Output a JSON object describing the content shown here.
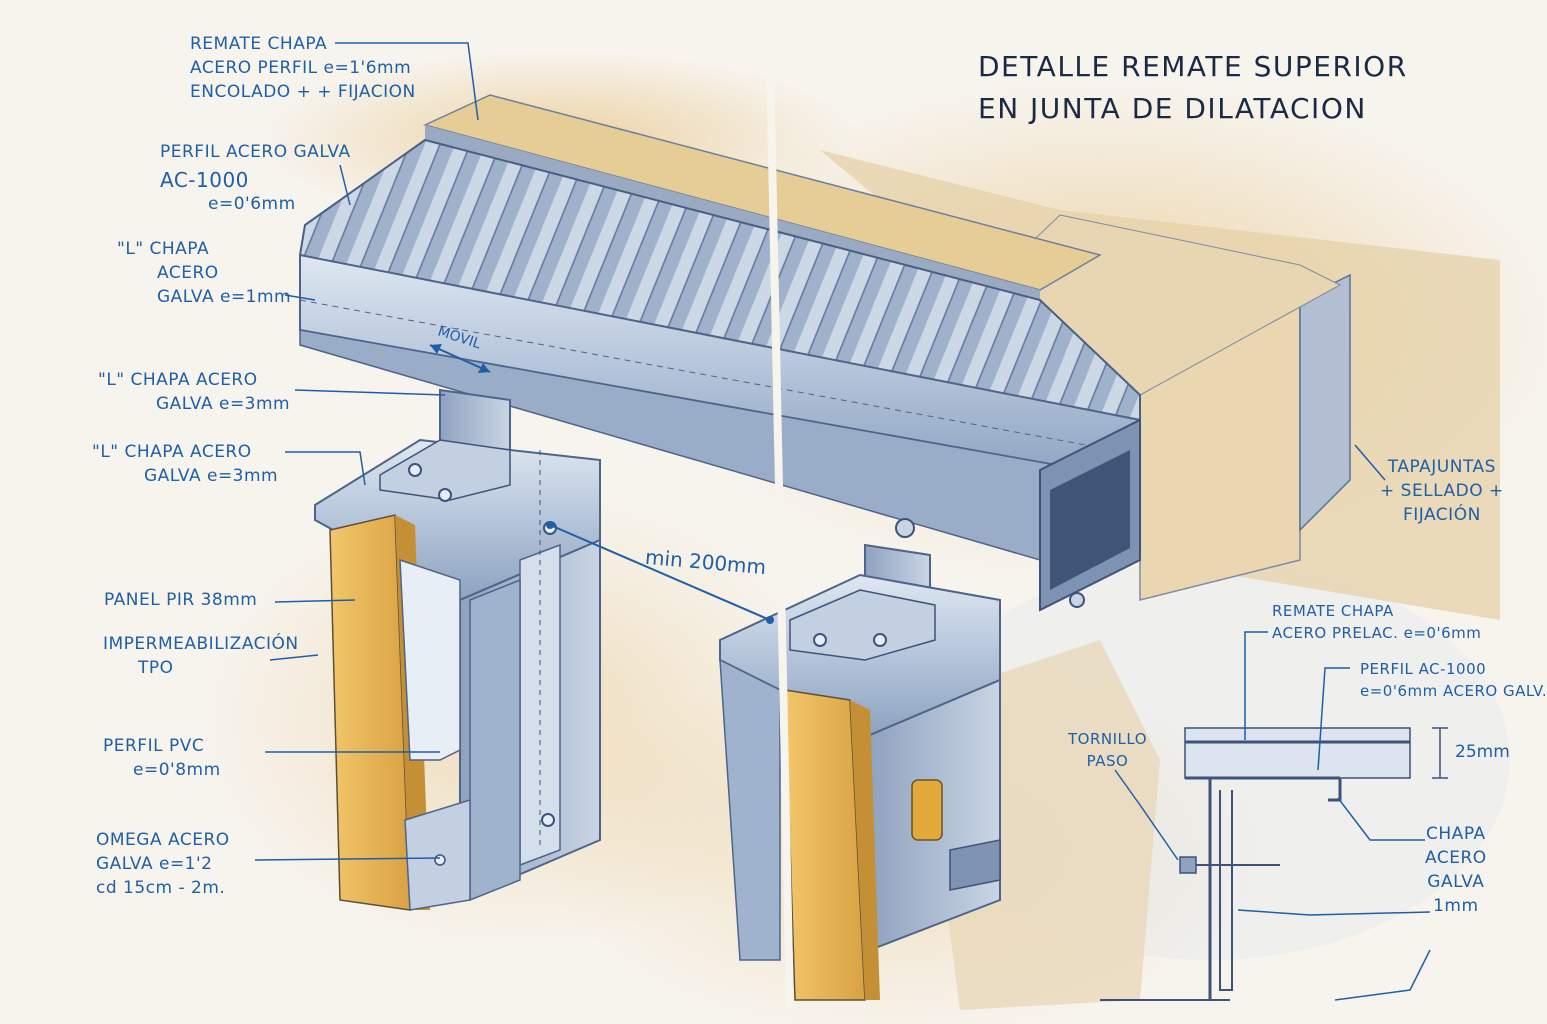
{
  "title": {
    "line1": "DETALLE REMATE SUPERIOR",
    "line2": "EN JUNTA DE DILATACION"
  },
  "labels": {
    "remate_chapa": [
      "REMATE CHAPA",
      "ACERO PERFIL e=1'6mm",
      "ENCOLADO + + FIJACION"
    ],
    "perfil_acero": [
      "PERFIL ACERO GALVA",
      "AC-1000",
      "e=0'6mm"
    ],
    "l_chapa_1mm": [
      "\"L\" CHAPA",
      "ACERO",
      "GALVA e=1mm"
    ],
    "l_chapa_3mm_a": [
      "\"L\" CHAPA ACERO",
      "GALVA e=3mm"
    ],
    "l_chapa_3mm_b": [
      "\"L\" CHAPA ACERO",
      "GALVA e=3mm"
    ],
    "panel_pir": [
      "PANEL PIR 38mm"
    ],
    "impermeabilizacion": [
      "IMPERMEABILIZACIÓN",
      "TPO"
    ],
    "perfil_pvc": [
      "PERFIL PVC",
      "e=0'8mm"
    ],
    "omega": [
      "OMEGA ACERO",
      "GALVA e=1'2",
      "cd 15cm - 2m."
    ],
    "tapajuntas": [
      "TAPAJUNTAS",
      "+ SELLADO +",
      "FIJACIÓN"
    ],
    "remate_prelac": [
      "REMATE CHAPA",
      "ACERO PRELAC. e=0'6mm"
    ],
    "perfil_ac1000": [
      "PERFIL AC-1000",
      "e=0'6mm ACERO GALV."
    ],
    "tornillo": [
      "TORNILLO",
      "PASO"
    ],
    "chapa_galva": [
      "CHAPA",
      "ACERO",
      "GALVA",
      "1mm"
    ]
  },
  "annotations": {
    "movil": "MÓVIL",
    "min_gap": "min 200mm",
    "thickness": "25mm"
  },
  "colors": {
    "ink": "#1f5fa8",
    "steel": "#b8c7da",
    "steel_dark": "#51688d",
    "insulation": "#e6b457",
    "concrete": "#e3d2b0"
  }
}
